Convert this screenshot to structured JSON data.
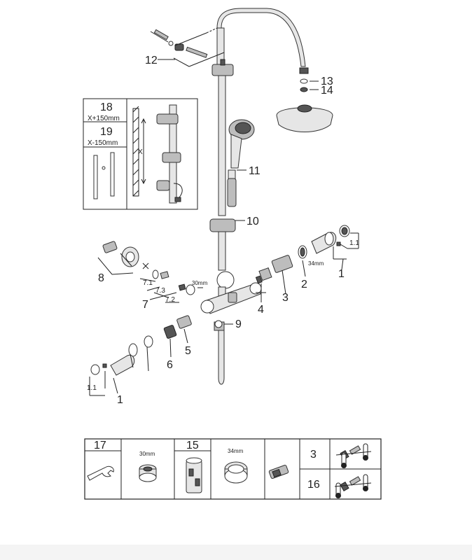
{
  "callouts": {
    "c1": "1",
    "c1_1": "1.1",
    "c2": "2",
    "c3": "3",
    "c4": "4",
    "c5": "5",
    "c6": "6",
    "c7": "7",
    "c7_1": "7.1",
    "c7_2": "7.2",
    "c7_3": "7.3",
    "c8": "8",
    "c9": "9",
    "c10": "10",
    "c11": "11",
    "c12": "12",
    "c13": "13",
    "c14": "14",
    "c1_left": "1",
    "c1_1_left": "1.1",
    "dim_34": "34mm",
    "dim_30": "30mm"
  },
  "inset": {
    "n18": "18",
    "label18": "X+150mm",
    "n19": "19",
    "label19": "X-150mm",
    "x_label": "X"
  },
  "tools_table": {
    "n17": "17",
    "dim30": "30mm",
    "n15": "15",
    "dim34": "34mm",
    "n3": "3",
    "n16": "16"
  }
}
